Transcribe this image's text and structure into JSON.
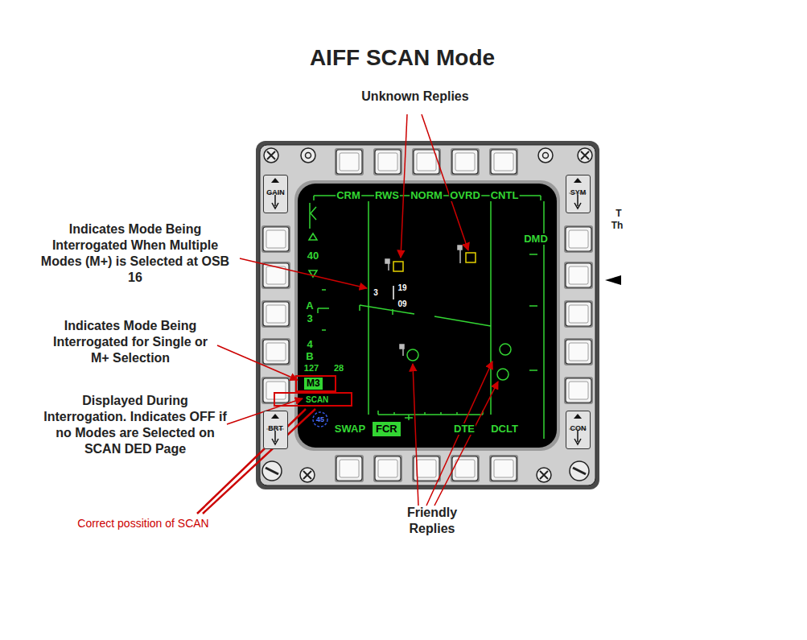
{
  "diagram": {
    "title": "AIFF SCAN Mode",
    "nodes": [
      {
        "text": [
          "GAIN"
        ]
      },
      {
        "text": [
          "SYM"
        ]
      },
      {
        "text": [
          "M3"
        ]
      },
      {
        "text": [
          "SCAN"
        ]
      },
      {
        "text": [
          "BRT"
        ]
      },
      {
        "text": [
          "FCR"
        ]
      },
      {
        "text": [
          "CON"
        ]
      }
    ],
    "labels": [
      "Unknown Replies",
      "Indicates Mode Being Interrogated When Multiple Modes (M+) is Selected at OSB 16",
      "Indicates Mode Being Interrogated for Single or M+ Selection",
      "Displayed During Interrogation. Indicates OFF if no Modes are Selected on SCAN DED Page",
      "Correct possition of SCAN",
      "Friendly Replies",
      "T",
      "Th",
      "CRM",
      "RWS",
      "NORM",
      "OVRD",
      "CNTL",
      "DMD",
      "40",
      "A",
      "3",
      "4",
      "B",
      "127",
      "28",
      "3",
      "19",
      "09",
      "SWAP",
      "DTE",
      "DCLT",
      "45"
    ]
  }
}
